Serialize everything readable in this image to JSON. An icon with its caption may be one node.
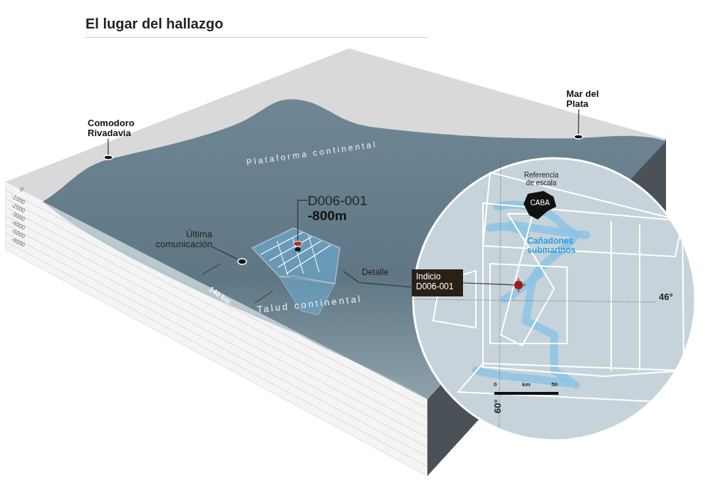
{
  "diagram": {
    "title": "El lugar del hallazgo",
    "nodes": [
      {
        "text": [
          "Comodoro Rivadavia"
        ]
      },
      {
        "text": [],
        "shape": "circle"
      },
      {
        "text": [
          "Mar del Plata"
        ]
      },
      {
        "text": [],
        "shape": "circle"
      },
      {
        "text": [
          "D006-001",
          "-800m"
        ]
      },
      {
        "text": [],
        "shape": "circle",
        "in": 8
      },
      {
        "text": [
          "Última comunicación"
        ]
      },
      {
        "text": [],
        "shape": "circle"
      },
      {
        "text": [],
        "shape": "box"
      },
      {
        "text": [],
        "shape": "circle"
      },
      {
        "text": [
          "CABA"
        ],
        "in": 9,
        "beside": [
          "Referencia de escala"
        ]
      },
      {
        "text": [
          "Indicio D006-001"
        ],
        "in": 9
      },
      {
        "text": [],
        "shape": "circle",
        "in": 9
      }
    ],
    "edges": [
      {
        "from": 0,
        "to": 1,
        "arrow": "none"
      },
      {
        "from": 2,
        "to": 3,
        "arrow": "none"
      },
      {
        "from": 4,
        "to": 5,
        "arrow": "none"
      },
      {
        "from": 6,
        "to": 7,
        "arrow": "none"
      },
      {
        "from": 8,
        "to": 9,
        "arrow": "none",
        "label": "Detalle"
      },
      {
        "from": 11,
        "to": 12,
        "arrow": "none"
      }
    ],
    "labels": [
      "Plataforma continental",
      "0",
      "-1000",
      "-2000",
      "-3000",
      "-4000",
      "-5000",
      "-6000",
      "140 km",
      "Talud continental",
      "Cañadones submarinos",
      "46°",
      "0",
      "km",
      "50",
      "60°"
    ]
  }
}
